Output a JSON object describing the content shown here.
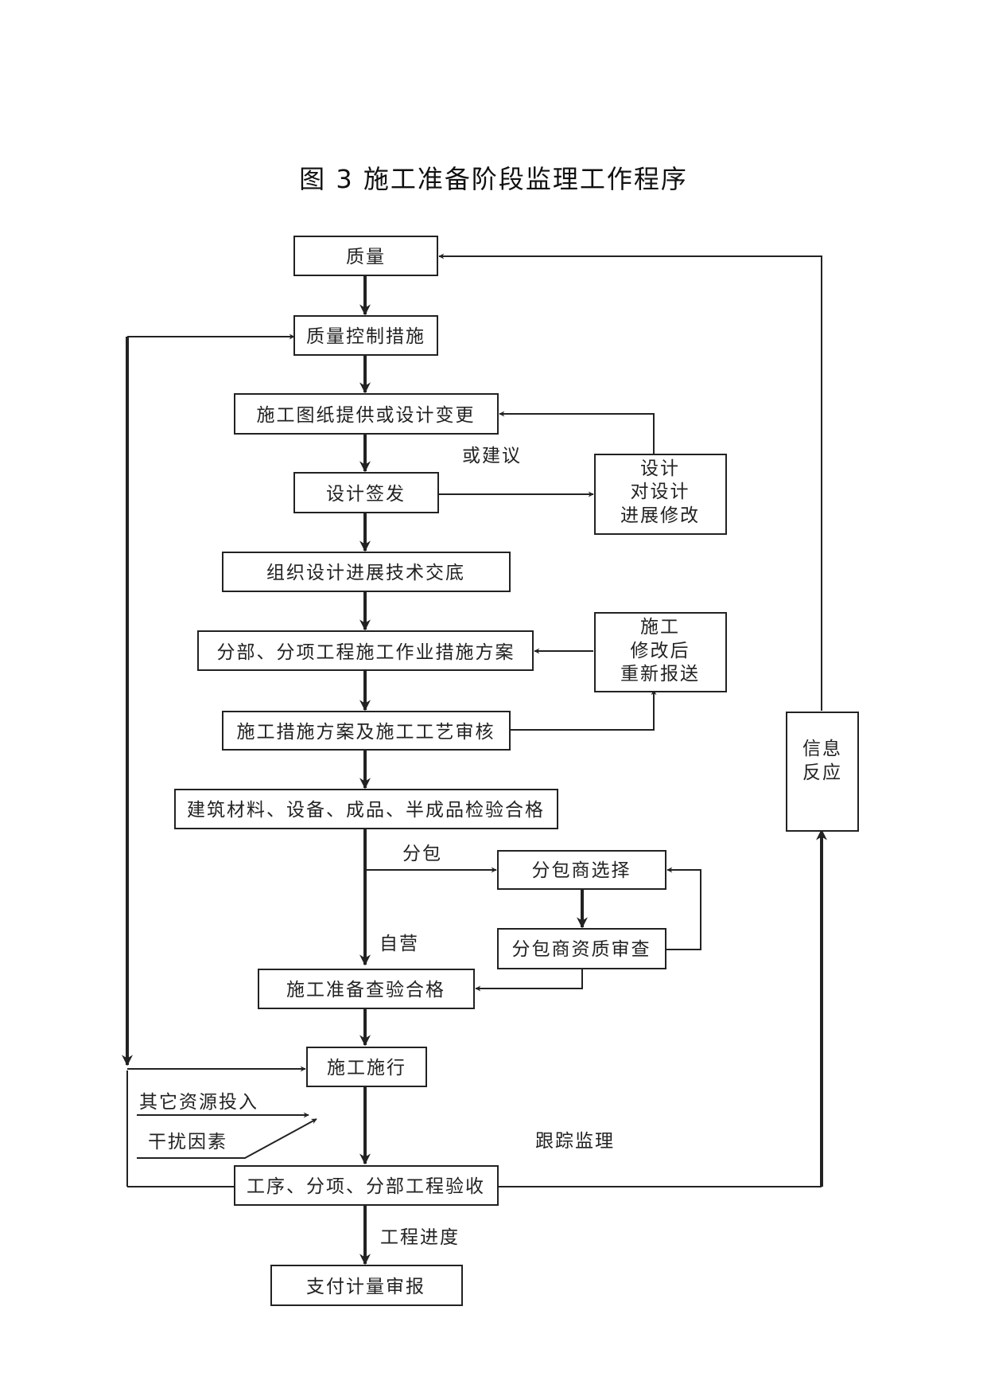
{
  "title": "图 3  施工准备阶段监理工作程序",
  "nodes": {
    "quality": "质量",
    "quality_control": "质量控制措施",
    "drawings": "施工图纸提供或设计变更",
    "design_signoff": "设计签发",
    "tech_briefing": "组织设计进展技术交底",
    "sub_plan": "分部、分项工程施工作业措施方案",
    "measure_review": "施工措施方案及施工工艺审核",
    "material_check": "建筑材料、设备、成品、半成品检验合格",
    "subcontractor_select": "分包商选择",
    "subcontractor_qual": "分包商资质审查",
    "prep_check": "施工准备查验合格",
    "construction": "施工施行",
    "acceptance": "工序、分项、分部工程验收",
    "payment": "支付计量审报",
    "design_revise": [
      "设计",
      "对设计",
      "进展修改"
    ],
    "contractor_resubmit": [
      "施工",
      "修改后",
      "重新报送"
    ],
    "feedback": [
      "信息",
      "反应"
    ]
  },
  "labels": {
    "or_suggest": "或建议",
    "subcontract": "分包",
    "self_operate": "自营",
    "other_resources": "其它资源投入",
    "interference": "干扰因素",
    "tracking": "跟踪监理",
    "progress": "工程进度"
  }
}
